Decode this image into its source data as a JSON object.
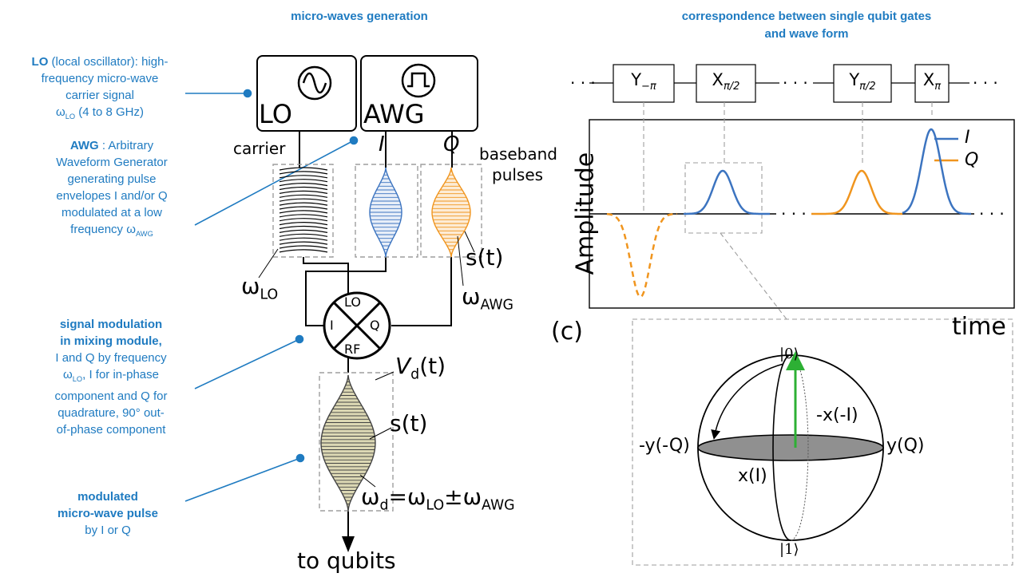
{
  "headers": {
    "left": "micro-waves generation",
    "right_line1": "correspondence between single qubit gates",
    "right_line2": "and wave form"
  },
  "annotations": {
    "lo": {
      "bold": "LO",
      "line1_rest": " (local oscillator): high-",
      "line2": "frequency micro-wave",
      "line3": "carrier signal",
      "line4_omega": "ω",
      "line4_sub": "LO",
      "line4_rest": " (4 to 8 GHz)"
    },
    "awg": {
      "bold": "AWG",
      "line1_rest": " : Arbitrary",
      "line2": "Waveform Generator",
      "line3": "generating pulse",
      "line4": "envelopes I and/or Q",
      "line5": "modulated at a low",
      "line6_pre": "frequency ω",
      "line6_sub": "AWG"
    },
    "mix": {
      "bold1": "signal modulation",
      "bold2": "in mixing module,",
      "line3": "I and Q by frequency",
      "line4_omega": "ω",
      "line4_sub": "LO",
      "line4_rest": ", I for in-phase",
      "line5": "component and Q for",
      "line6": "quadrature, 90° out-",
      "line7": "of-phase component"
    },
    "pulse": {
      "bold1": "modulated",
      "bold2": "micro-wave pulse",
      "line3": "by I or Q"
    }
  },
  "diagram": {
    "lo_box": "LO",
    "awg_box": "AWG",
    "carrier": "carrier",
    "i_label": "I",
    "q_label": "Q",
    "baseband1": "baseband",
    "baseband2": "pulses",
    "omega_lo": "ω",
    "omega_lo_sub": "LO",
    "s_t": "s(t)",
    "omega_awg": "ω",
    "omega_awg_sub": "AWG",
    "mixer_lo": "LO",
    "mixer_i": "I",
    "mixer_q": "Q",
    "mixer_rf": "RF",
    "vd_v": "V",
    "vd_sub": "d",
    "vd_rest": "(t)",
    "s_t2": "s(t)",
    "eq_omega": "ω",
    "eq_sub_d": "d",
    "eq_mid": "=ω",
    "eq_sub_lo": "LO",
    "eq_pm": "±ω",
    "eq_sub_awg": "AWG",
    "to_qubits": "to qubits",
    "c_label": "(c)"
  },
  "gates": [
    {
      "base": "Y",
      "sub": "−π"
    },
    {
      "base": "X",
      "sub": "π/2"
    },
    {
      "base": "Y",
      "sub": "π/2"
    },
    {
      "base": "X",
      "sub": "π"
    }
  ],
  "dots": "· · ·",
  "plot": {
    "ylabel": "Amplitude",
    "xlabel": "time",
    "legend_i": "I",
    "legend_q": "Q",
    "color_i": "#3c74c0",
    "color_q": "#f0951e"
  },
  "bloch": {
    "ket0": "|0⟩",
    "ket1": "|1⟩",
    "minus_x": "-x(-I)",
    "minus_y": "-y(-Q)",
    "plus_y": "y(Q)",
    "plus_x": "x(I)",
    "arrow_color": "#2db034"
  },
  "colors": {
    "accent": "#1f7bc1"
  }
}
